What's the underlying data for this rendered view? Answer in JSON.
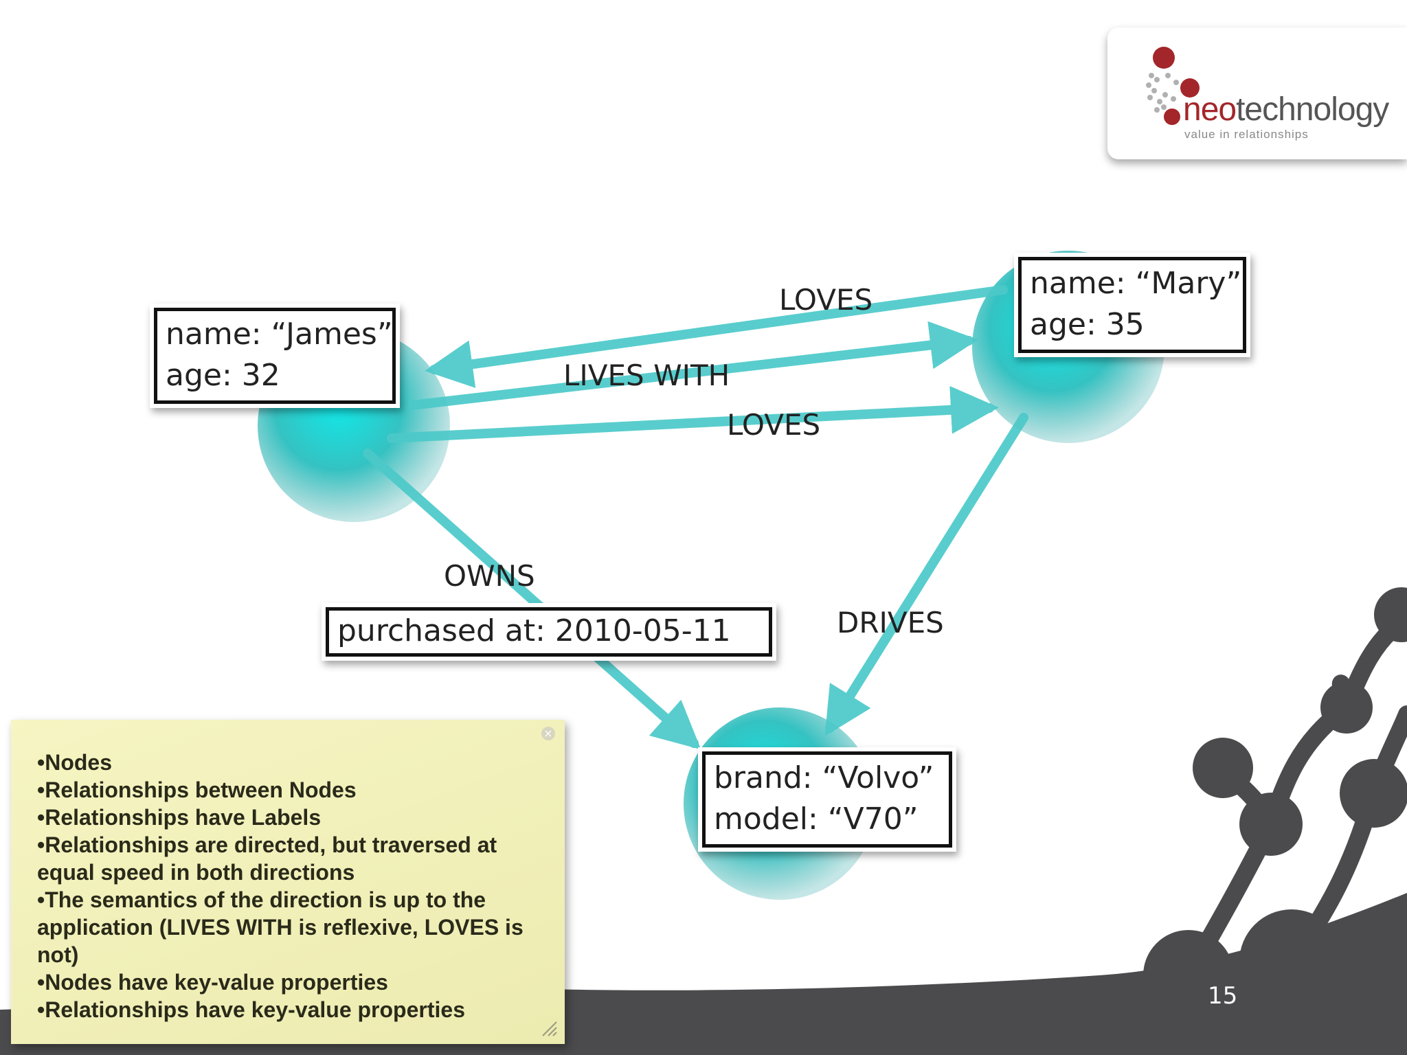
{
  "logo": {
    "brand_prefix": "neo",
    "brand_suffix": "technology",
    "tagline": "value in relationships"
  },
  "nodes": {
    "james": {
      "line1": "name: “James”",
      "line2": "age: 32"
    },
    "mary": {
      "line1": "name: “Mary”",
      "line2": "age: 35"
    },
    "volvo": {
      "line1": "brand: “Volvo”",
      "line2": "model: “V70”"
    }
  },
  "relationships": {
    "loves_top": "LOVES",
    "lives_with": "LIVES WITH",
    "loves_bottom": "LOVES",
    "owns": "OWNS",
    "owns_property": "purchased at: 2010-05-11",
    "drives": "DRIVES"
  },
  "note": {
    "items": [
      "Nodes",
      "Relationships between Nodes",
      "Relationships have Labels",
      "Relationships are directed, but traversed at equal speed in both directions",
      "The semantics of the direction is up to the application (LIVES WITH is reflexive, LOVES is not)",
      "Nodes have key-value properties",
      "Relationships have key-value properties"
    ]
  },
  "page_number": "15",
  "colors": {
    "node": "#3cc3c3",
    "edge": "#4cc9c9",
    "decoration": "#4b4b4d",
    "brand": "#a3262a"
  }
}
